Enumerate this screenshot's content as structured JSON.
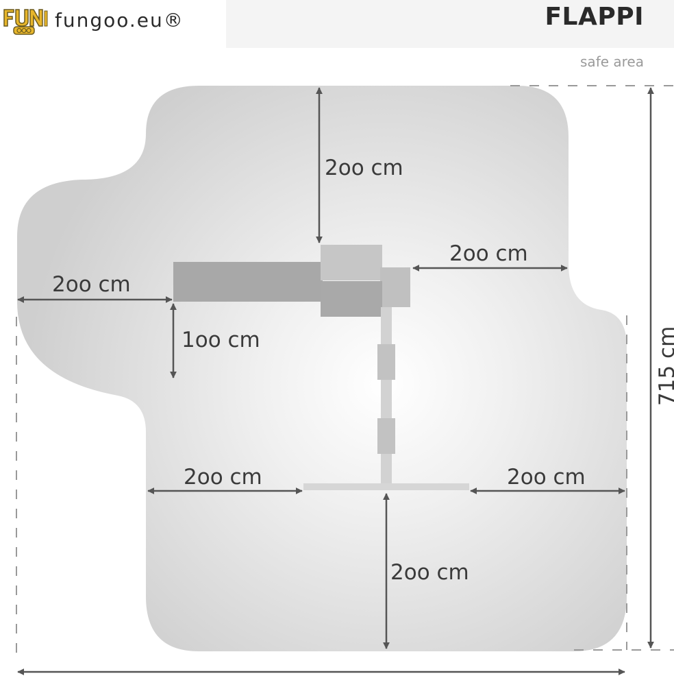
{
  "brand": {
    "name": "fungoo.eu®",
    "logo_lettering": "FUN goo"
  },
  "product": {
    "title": "FLAPPI"
  },
  "legend": {
    "safe_area": "safe area"
  },
  "dimensions": {
    "top_clearance": "2oo cm",
    "right_clearance_upper": "2oo cm",
    "left_clearance": "2oo cm",
    "slide_offset": "1oo cm",
    "bottom_left_clearance": "2oo cm",
    "bottom_right_clearance": "2oo cm",
    "bottom_clearance": "2oo cm",
    "total_depth": "715 cm"
  },
  "colors": {
    "safe_area_fill": "#d6d6d6",
    "equipment": "#b4b4b4",
    "arrow": "#555555",
    "dashed_line": "#999999",
    "header_band": "#f4f4f4"
  }
}
